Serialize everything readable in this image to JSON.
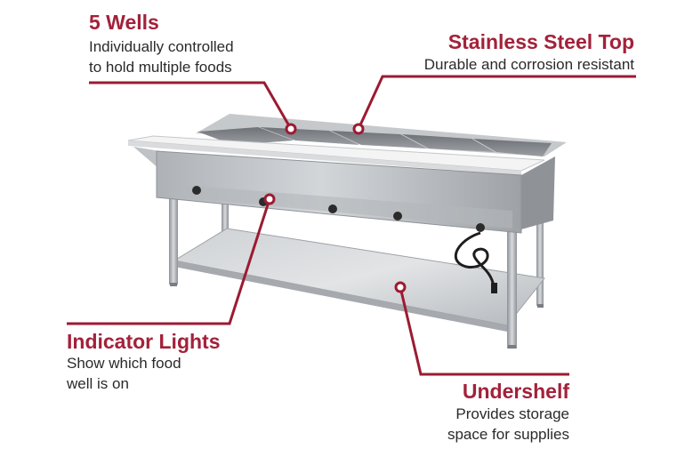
{
  "callouts": [
    {
      "title": "5 Wells",
      "desc": [
        "Individually controlled",
        "to hold multiple foods"
      ]
    },
    {
      "title": "Stainless Steel Top",
      "desc": [
        "Durable and corrosion resistant"
      ]
    },
    {
      "title": "Indicator Lights",
      "desc": [
        "Show which food",
        "well is on"
      ]
    },
    {
      "title": "Undershelf",
      "desc": [
        "Provides storage",
        "space for supplies"
      ]
    }
  ],
  "colors": {
    "accent": "#a3213a",
    "steel": "#b9bcbf",
    "text": "#2a2a2a"
  }
}
